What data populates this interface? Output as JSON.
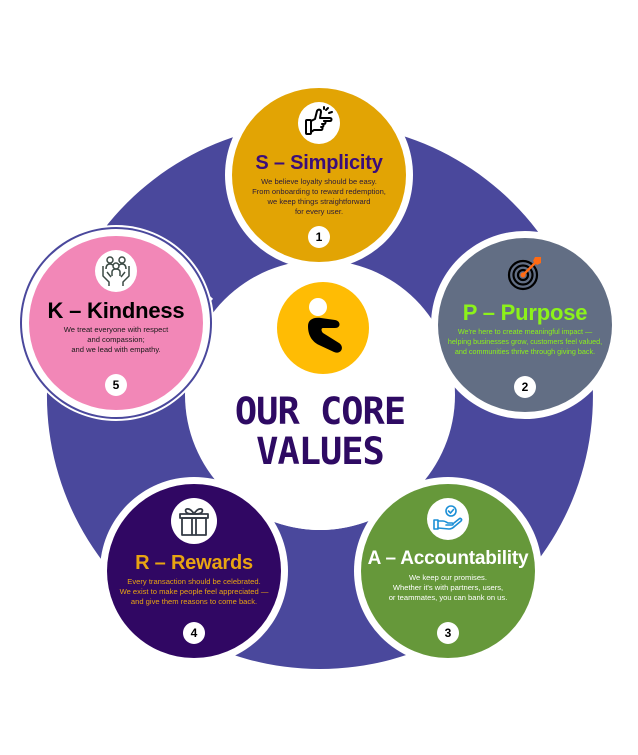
{
  "center": {
    "title_line1": "OUR CORE",
    "title_line2": "VALUES",
    "logo_icon": "brand-logo-yellow-circle"
  },
  "colors": {
    "ring": "#4A489C",
    "simplicity": "#E2A404",
    "purpose": "#626E84",
    "accountability": "#66983A",
    "rewards": "#300763",
    "kindness": "#F287B7",
    "logo": "#FFBC04",
    "center_title": "#2E0A63"
  },
  "values": [
    {
      "number": "1",
      "title": "S – Simplicity",
      "description": "We believe loyalty should be easy.\nFrom onboarding to reward redemption,\nwe keep things straightforward\nfor every user.",
      "icon": "pointing-hand-icon",
      "bg": "#E2A404",
      "title_color": "#3A0D7A",
      "desc_color": "#2A1A3A"
    },
    {
      "number": "2",
      "title": "P – Purpose",
      "description": "We're here to create meaningful impact —\nhelping businesses grow, customers feel valued,\nand communities thrive through giving back.",
      "icon": "target-arrow-icon",
      "bg": "#626E84",
      "title_color": "#8CF21A",
      "desc_color": "#8CF21A"
    },
    {
      "number": "3",
      "title": "A – Accountability",
      "description": "We keep our promises.\nWhether it's with partners, users,\nor teammates, you can bank on us.",
      "icon": "hand-check-icon",
      "bg": "#66983A",
      "title_color": "#FFFFFF",
      "desc_color": "#FFFFFF"
    },
    {
      "number": "4",
      "title": "R – Rewards",
      "description": "Every transaction should be celebrated.\nWe exist to make people feel appreciated —\nand give them reasons to come back.",
      "icon": "gift-icon",
      "bg": "#300763",
      "title_color": "#E8A412",
      "desc_color": "#E8A412"
    },
    {
      "number": "5",
      "title": "K – Kindness",
      "description": "We treat everyone with respect\nand compassion;\nand we lead with empathy.",
      "icon": "caring-hands-people-icon",
      "bg": "#F287B7",
      "title_color": "#000000",
      "desc_color": "#1A1A1A"
    }
  ]
}
